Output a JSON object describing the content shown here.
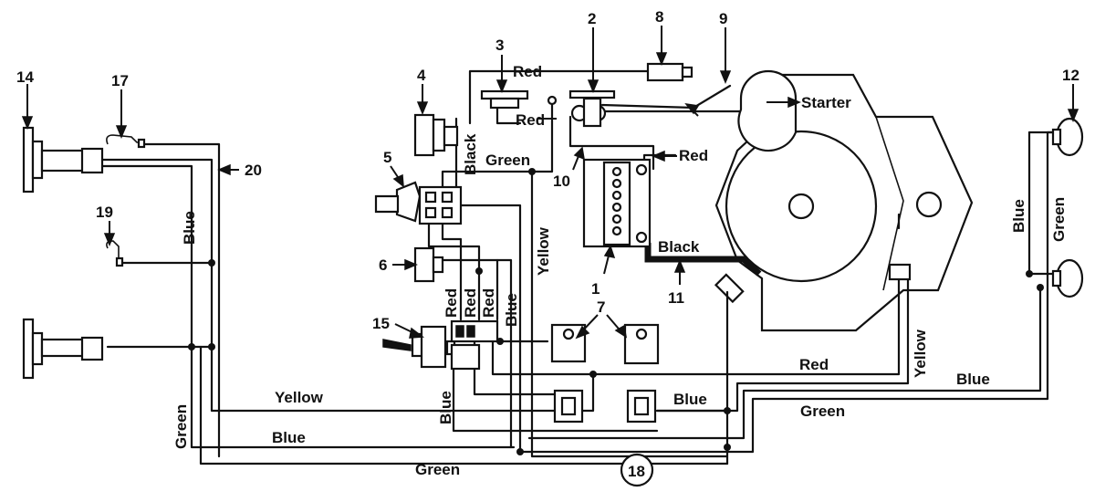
{
  "callouts": {
    "n1": "1",
    "n2": "2",
    "n3": "3",
    "n4": "4",
    "n5": "5",
    "n6": "6",
    "n7": "7",
    "n8": "8",
    "n9": "9",
    "n10": "10",
    "n11": "11",
    "n12": "12",
    "n14": "14",
    "n15": "15",
    "n17": "17",
    "n18": "18",
    "n19": "19",
    "n20": "20"
  },
  "labels": {
    "starter": "Starter",
    "red_top": "Red",
    "red_switch": "Red",
    "red_right": "Red",
    "black_v": "Black",
    "black_batt": "Black",
    "green_mid": "Green",
    "yellow_v": "Yellow",
    "red_a": "Red",
    "red_b": "Red",
    "red_c": "Red",
    "blue_v": "Blue",
    "blue_left_v": "Blue",
    "blue_lower_v": "Blue",
    "yellow_h": "Yellow",
    "blue_h": "Blue",
    "green_left_v": "Green",
    "green_bottom": "Green",
    "red_bottom": "Red",
    "blue_mid": "Blue",
    "green_lower_right": "Green",
    "blue_right_h": "Blue",
    "yellow_right_v": "Yellow",
    "blue_far_right_v": "Blue",
    "green_far_right_v": "Green"
  }
}
